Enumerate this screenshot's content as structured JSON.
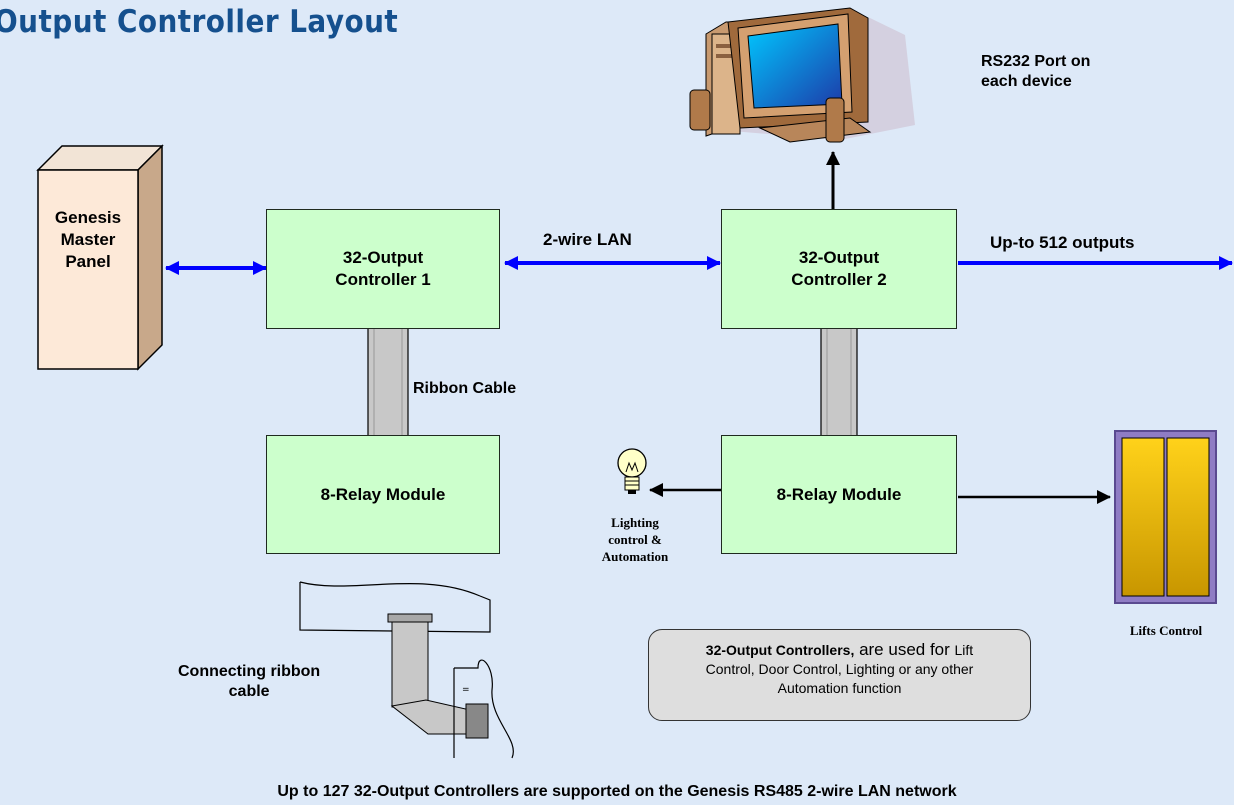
{
  "title": "Output Controller Layout",
  "master_panel": {
    "line1": "Genesis",
    "line2": "Master",
    "line3": "Panel"
  },
  "controller1": {
    "line1": "32-Output",
    "line2": "Controller 1"
  },
  "controller2": {
    "line1": "32-Output",
    "line2": "Controller 2"
  },
  "relay1": "8-Relay Module",
  "relay2": "8-Relay Module",
  "lan_label": "2-wire LAN",
  "outputs_label": "Up-to 512 outputs",
  "rs232_line1": "RS232 Port on",
  "rs232_line2": "each device",
  "ribbon_label": "Ribbon Cable",
  "connecting_line1": "Connecting ribbon",
  "connecting_line2": "cable",
  "lighting": {
    "line1": "Lighting",
    "line2": "control &",
    "line3": "Automation"
  },
  "lifts_label": "Lifts Control",
  "note": {
    "bold": "32-Output Controllers,",
    "large": " are used for ",
    "rest1": "Lift",
    "rest2": "Control, Door Control, Lighting or any other",
    "rest3": "Automation function"
  },
  "footer": "Up to 127 32-Output Controllers are supported on the Genesis RS485 2-wire LAN network",
  "colors": {
    "box_fill": "#ccffcc",
    "arrow_blue": "#0000ff",
    "title": "#15508e",
    "background": "#dde9f8"
  }
}
